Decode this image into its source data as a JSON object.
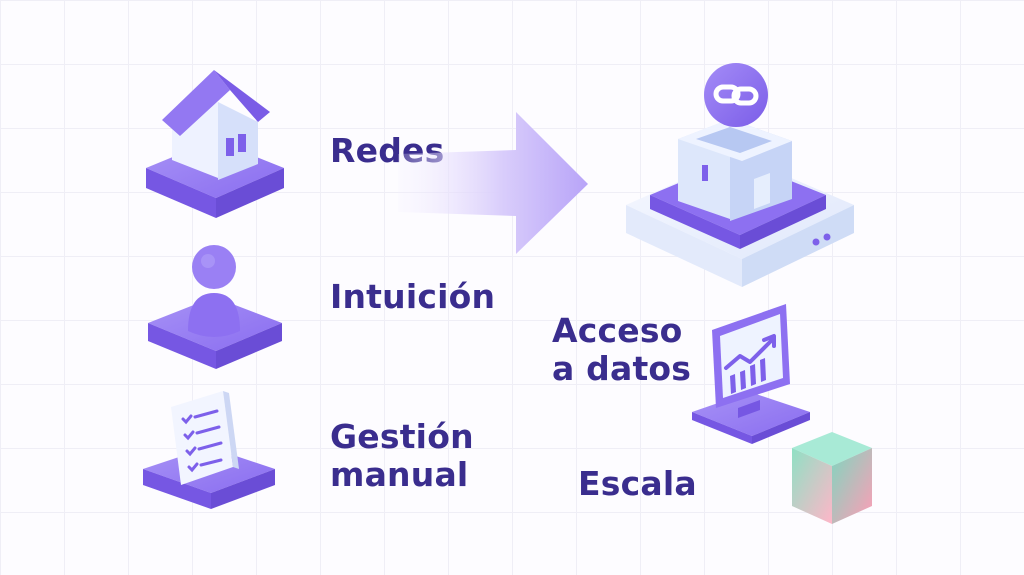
{
  "left_items": [
    {
      "label": "Redes",
      "icon": "house-icon"
    },
    {
      "label": "Intuición",
      "icon": "person-icon"
    },
    {
      "label": "Gestión manual",
      "icon": "checklist-icon"
    }
  ],
  "arrow": {
    "icon": "arrow-right-icon"
  },
  "right_items": [
    {
      "label": "Acceso a datos",
      "icon": "chart-monitor-icon"
    },
    {
      "label": "Escala",
      "icon": "cube-icon"
    }
  ],
  "platform": {
    "icon": "link-icon"
  },
  "colors": {
    "primary_purple": "#8b6cf0",
    "dark_text": "#3a2d8e",
    "light_blue": "#cfdcf6"
  }
}
